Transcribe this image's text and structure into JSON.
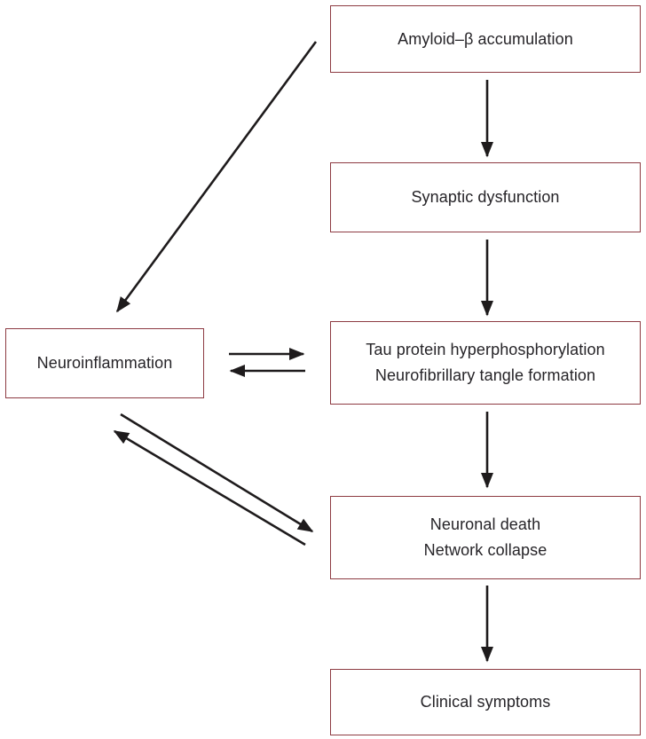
{
  "diagram": {
    "colors": {
      "background": "#ffffff",
      "box_border": "#8d3b42",
      "box_background": "#ffffff",
      "text": "#262428",
      "arrow": "#1e1b1c"
    },
    "nodes": {
      "amyloid": {
        "label": "Amyloid–β accumulation"
      },
      "synaptic": {
        "label": "Synaptic dysfunction"
      },
      "tau": {
        "line1": "Tau protein hyperphosphorylation",
        "line2": "Neurofibrillary tangle formation"
      },
      "neuroinflammation": {
        "label": "Neuroinflammation"
      },
      "neuronal": {
        "line1": "Neuronal death",
        "line2": "Network collapse"
      },
      "clinical": {
        "label": "Clinical symptoms"
      }
    },
    "edges": [
      {
        "from": "Amyloid–β accumulation",
        "to": "Synaptic dysfunction",
        "direction": "one-way"
      },
      {
        "from": "Amyloid–β accumulation",
        "to": "Neuroinflammation",
        "direction": "one-way"
      },
      {
        "from": "Synaptic dysfunction",
        "to": "Tau protein hyperphosphorylation / Neurofibrillary tangle formation",
        "direction": "one-way"
      },
      {
        "from": "Neuroinflammation",
        "to": "Tau protein hyperphosphorylation / Neurofibrillary tangle formation",
        "direction": "two-way"
      },
      {
        "from": "Tau protein hyperphosphorylation / Neurofibrillary tangle formation",
        "to": "Neuronal death / Network collapse",
        "direction": "one-way"
      },
      {
        "from": "Neuroinflammation",
        "to": "Neuronal death / Network collapse",
        "direction": "two-way"
      },
      {
        "from": "Neuronal death / Network collapse",
        "to": "Clinical symptoms",
        "direction": "one-way"
      }
    ]
  }
}
